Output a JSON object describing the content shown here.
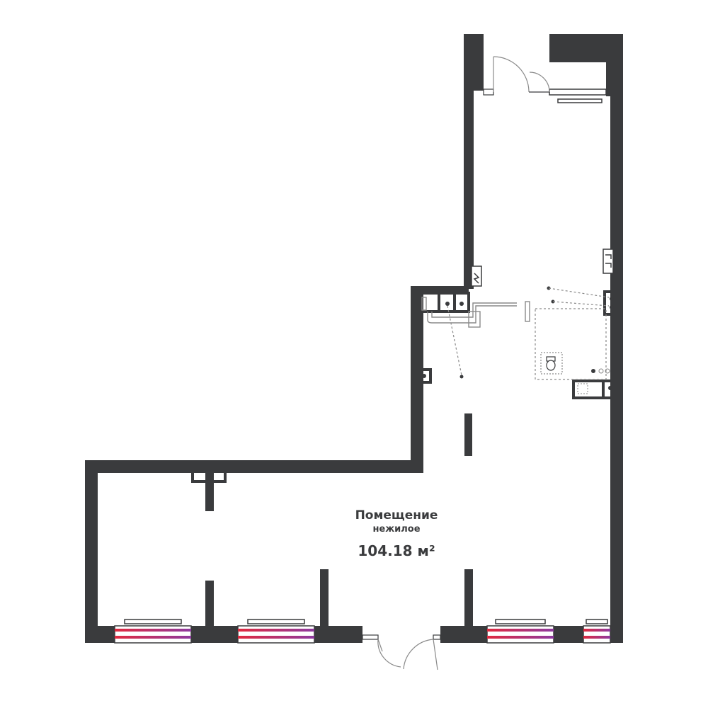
{
  "room": {
    "title": "Помещение",
    "subtitle": "нежилое",
    "area_value": "104.18",
    "area_unit": "м²"
  },
  "colors": {
    "wall": "#3a3b3d",
    "window_accent_left": "#e02a3f",
    "window_accent_right": "#8e3aa0",
    "fixture_line": "#8a8a8a",
    "background": "#ffffff"
  },
  "icons": [
    "toilet-icon",
    "sink-icon",
    "electrical-panel-icon",
    "door-swing-icon",
    "window-icon"
  ]
}
